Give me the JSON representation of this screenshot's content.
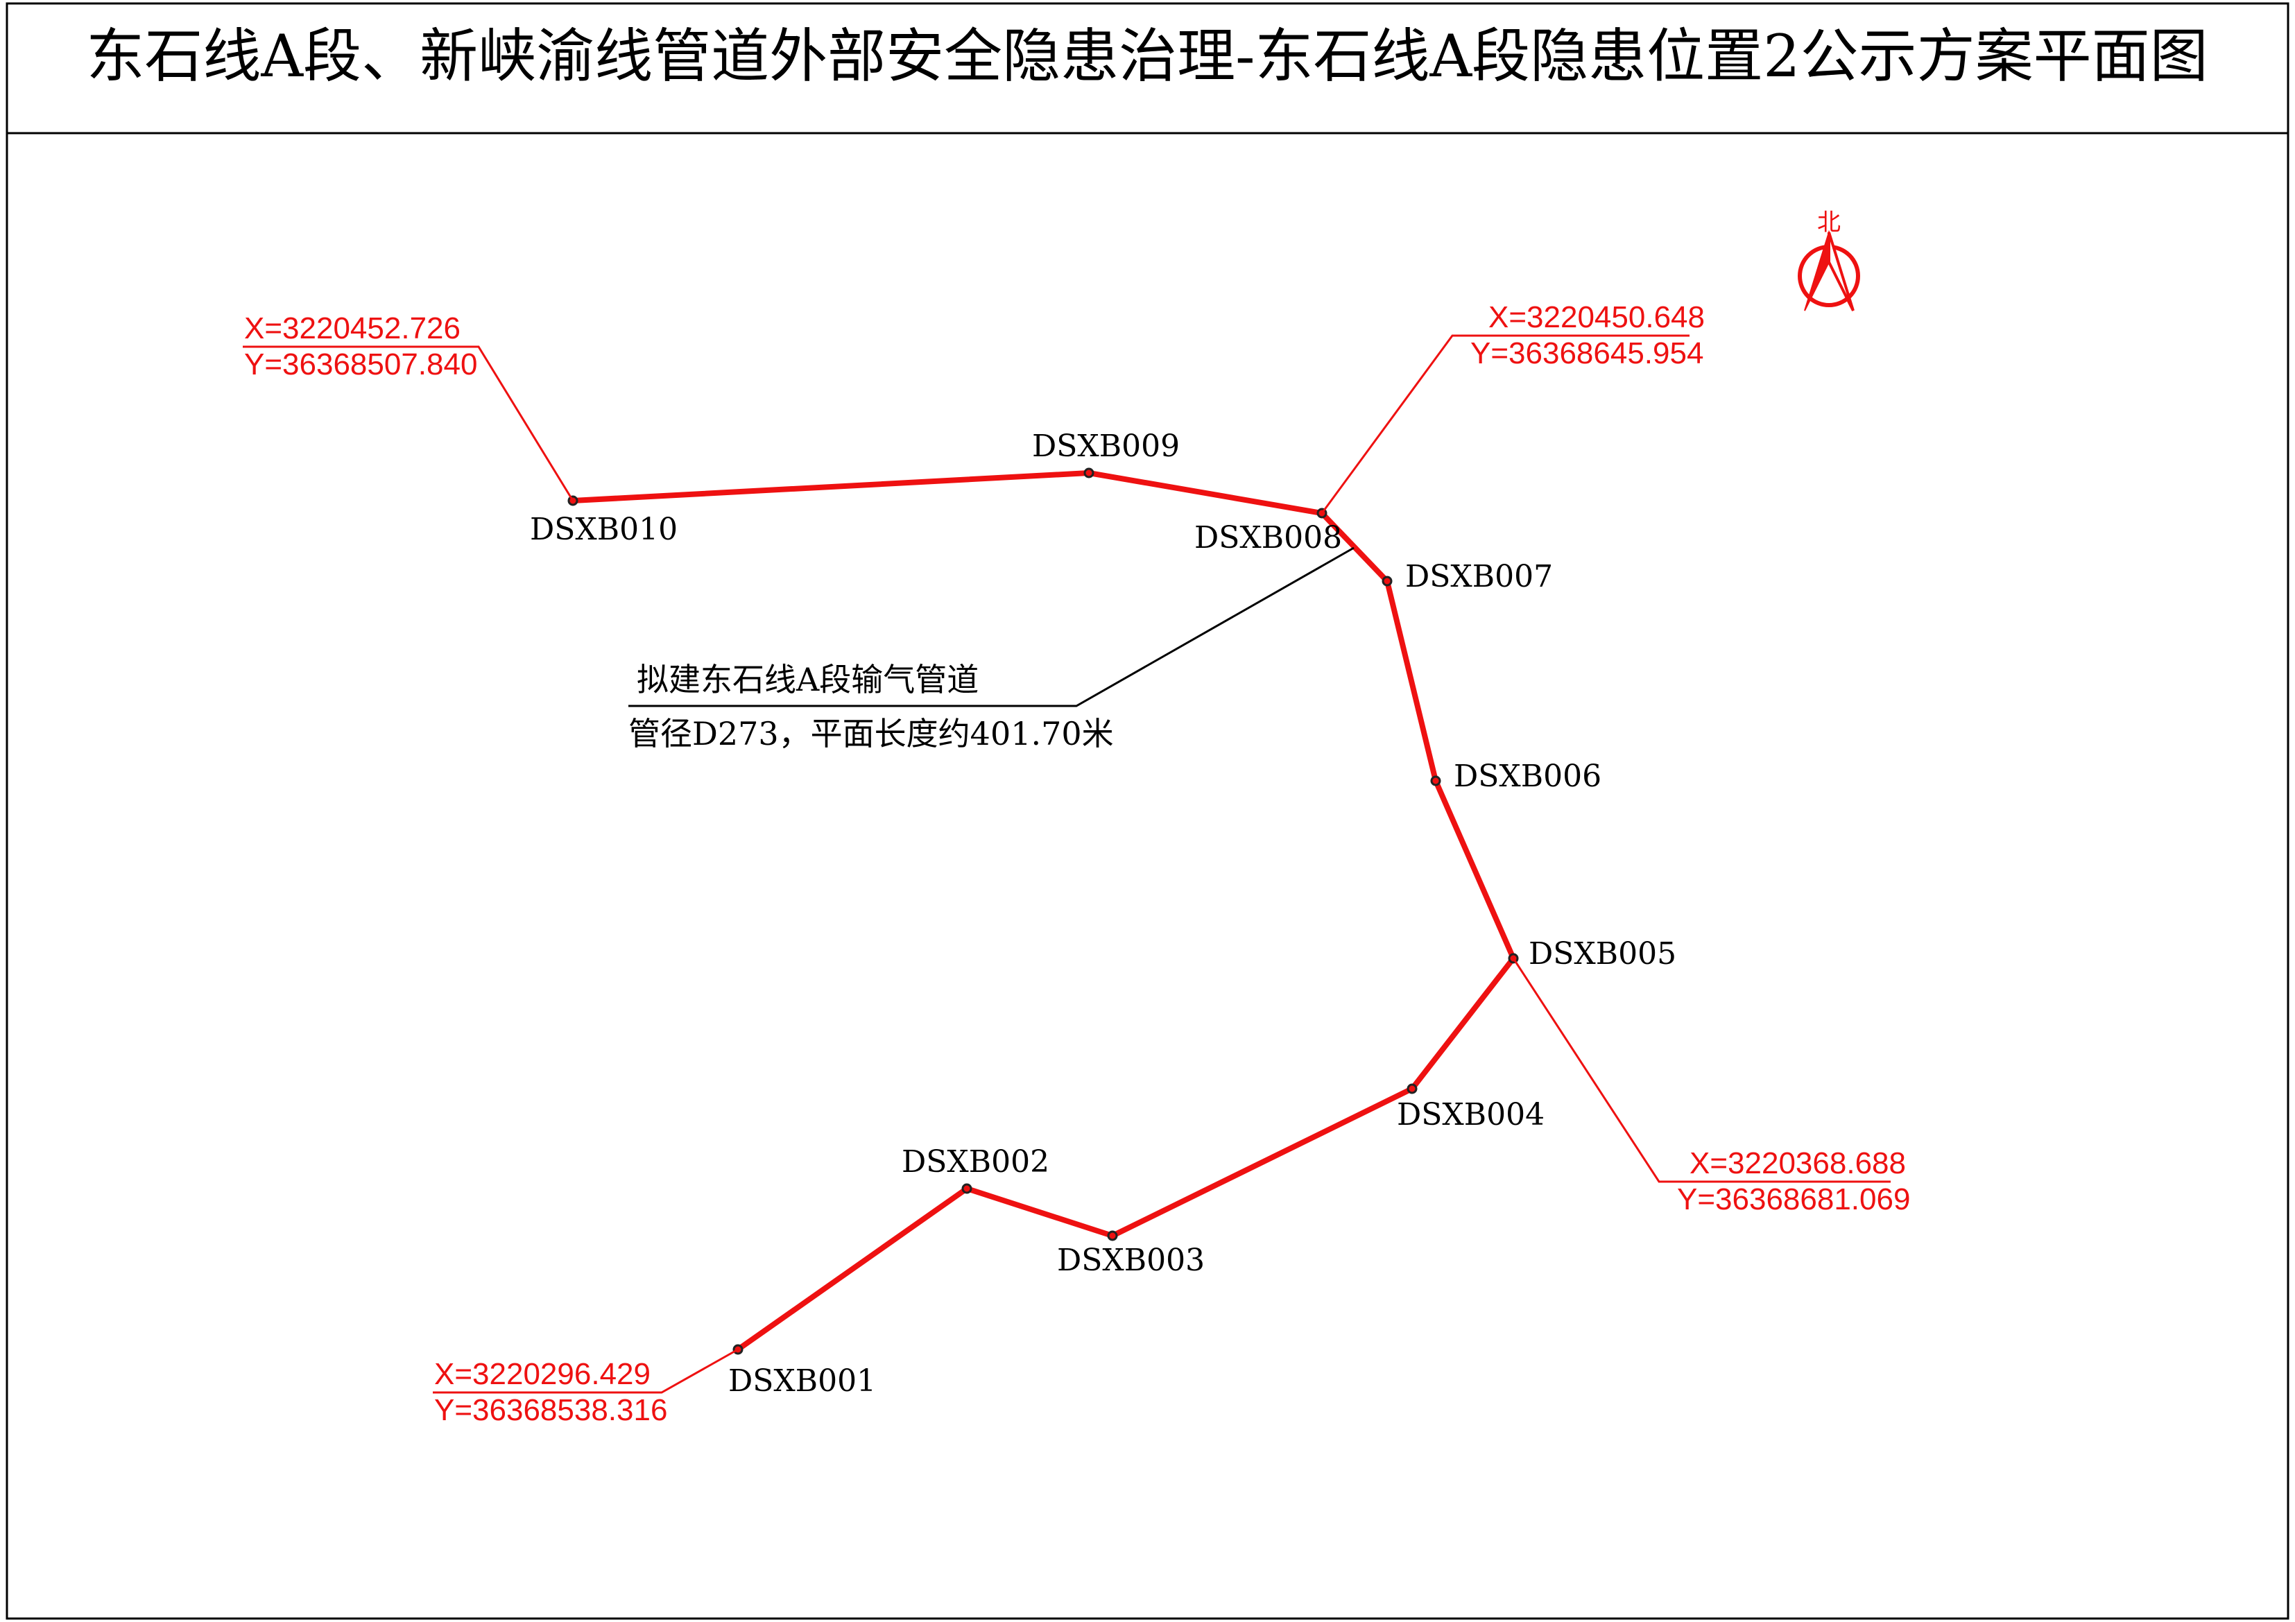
{
  "title": "东石线A段、新峡渝线管道外部安全隐患治理-东石线A段隐患位置2公示方案平面图",
  "north_label": "北",
  "pipeline_label": {
    "line1": "拟建东石线A段输气管道",
    "line2": "管径D273，平面长度约401.70米"
  },
  "points": [
    {
      "id": "DSXB001"
    },
    {
      "id": "DSXB002"
    },
    {
      "id": "DSXB003"
    },
    {
      "id": "DSXB004"
    },
    {
      "id": "DSXB005"
    },
    {
      "id": "DSXB006"
    },
    {
      "id": "DSXB007"
    },
    {
      "id": "DSXB008"
    },
    {
      "id": "DSXB009"
    },
    {
      "id": "DSXB010"
    }
  ],
  "coordinates": [
    {
      "x": "X=3220452.726",
      "y": "Y=36368507.840"
    },
    {
      "x": "X=3220450.648",
      "y": "Y=36368645.954"
    },
    {
      "x": "X=3220368.688",
      "y": "Y=36368681.069"
    },
    {
      "x": "X=3220296.429",
      "y": "Y=36368538.316"
    }
  ],
  "colors": {
    "pipeline": "#ee1111",
    "annotation": "#ee1111",
    "frame": "#000000",
    "text": "#000000"
  }
}
